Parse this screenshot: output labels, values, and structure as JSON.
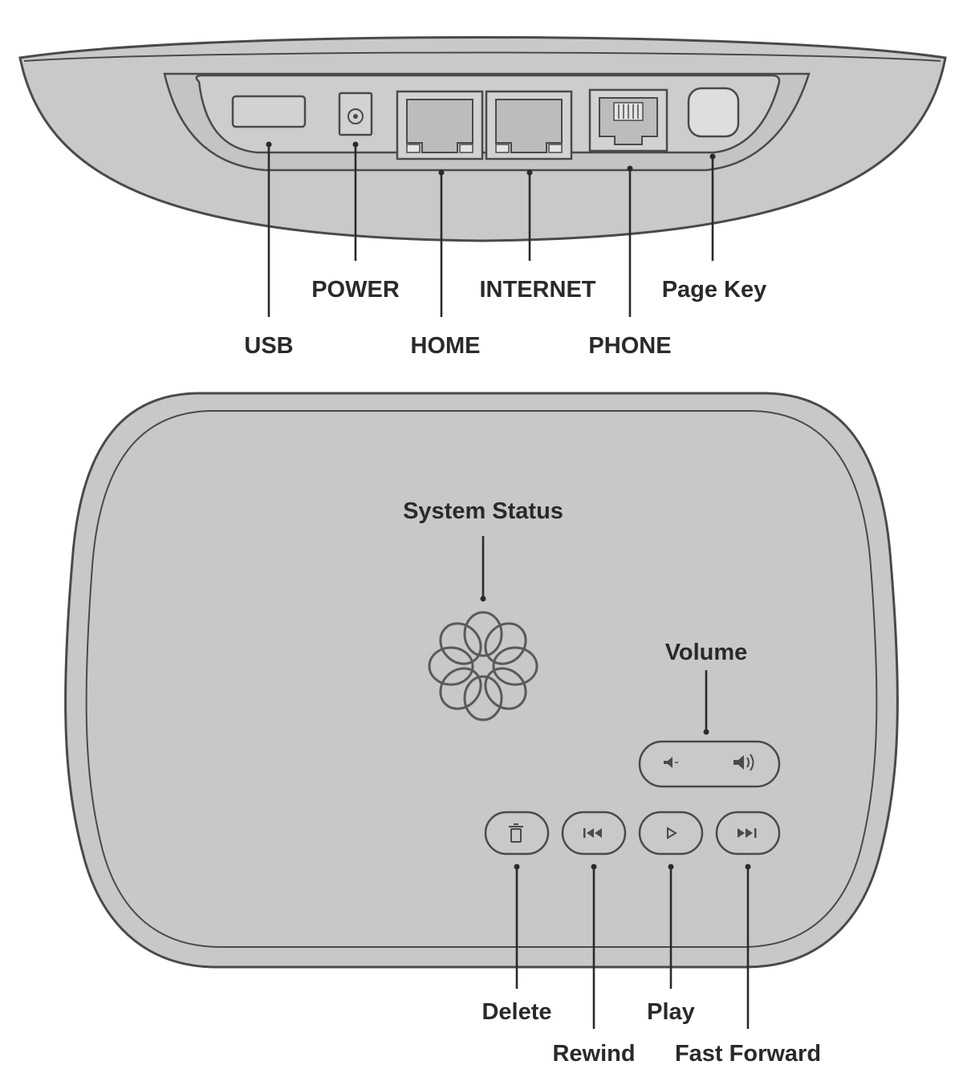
{
  "rear_panel": {
    "labels": {
      "usb": "USB",
      "power": "POWER",
      "home": "HOME",
      "internet": "INTERNET",
      "phone": "PHONE",
      "page_key": "Page Key"
    }
  },
  "top_panel": {
    "labels": {
      "system_status": "System Status",
      "volume": "Volume",
      "delete": "Delete",
      "rewind": "Rewind",
      "play": "Play",
      "fast_forward": "Fast Forward"
    }
  },
  "icons": [
    "usb-port-icon",
    "power-jack-icon",
    "ethernet-port-icon",
    "phone-jack-icon",
    "page-key-icon",
    "flower-logo-icon",
    "volume-down-icon",
    "volume-up-icon",
    "trash-icon",
    "rewind-icon",
    "play-icon",
    "fast-forward-icon"
  ],
  "colors": {
    "device_fill": "#c8c8c8",
    "outline": "#4a4a4a",
    "text": "#2a2a2a",
    "background": "#ffffff"
  }
}
